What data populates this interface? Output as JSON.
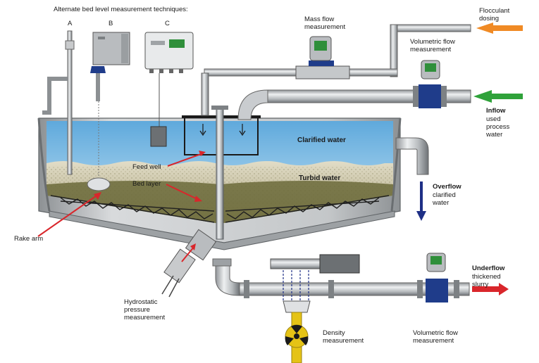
{
  "header": {
    "title": "Alternate bed level measurement techniques:",
    "technique_a": "A",
    "technique_b": "B",
    "technique_c": "C"
  },
  "labels": {
    "mass_flow": "Mass flow\nmeasurement",
    "flocculant": "Flocculant\ndosing",
    "volumetric_flow_top": "Volumetric flow\nmeasurement",
    "inflow_title": "Inflow",
    "inflow_desc": "used\nprocess\nwater",
    "clarified_water": "Clarified water",
    "turbid_water": "Turbid water",
    "feed_well": "Feed well",
    "bed_layer": "Bed layer",
    "overflow_title": "Overflow",
    "overflow_desc": "clarified\nwater",
    "rake_arm": "Rake arm",
    "hydrostatic": "Hydrostatic\npressure\nmeasurement",
    "underflow_title": "Underflow",
    "underflow_desc": "thickened\nslurry",
    "density": "Density\nmeasurement",
    "volumetric_flow_bottom": "Volumetric flow\nmeasurement"
  },
  "colors": {
    "inflow_arrow": "#2fa23a",
    "flocculant_arrow": "#f08a24",
    "overflow_arrow": "#1e2f86",
    "underflow_arrow": "#d9262b",
    "pointer_arrow": "#d9262b",
    "water": "#9fd0ec",
    "turbid": "#c9c2a4",
    "sludge": "#6b6a3a",
    "tank_wall": "#b9bcbf",
    "density_gauge": "#e5c316",
    "meter_blue": "#1f3c8a"
  }
}
